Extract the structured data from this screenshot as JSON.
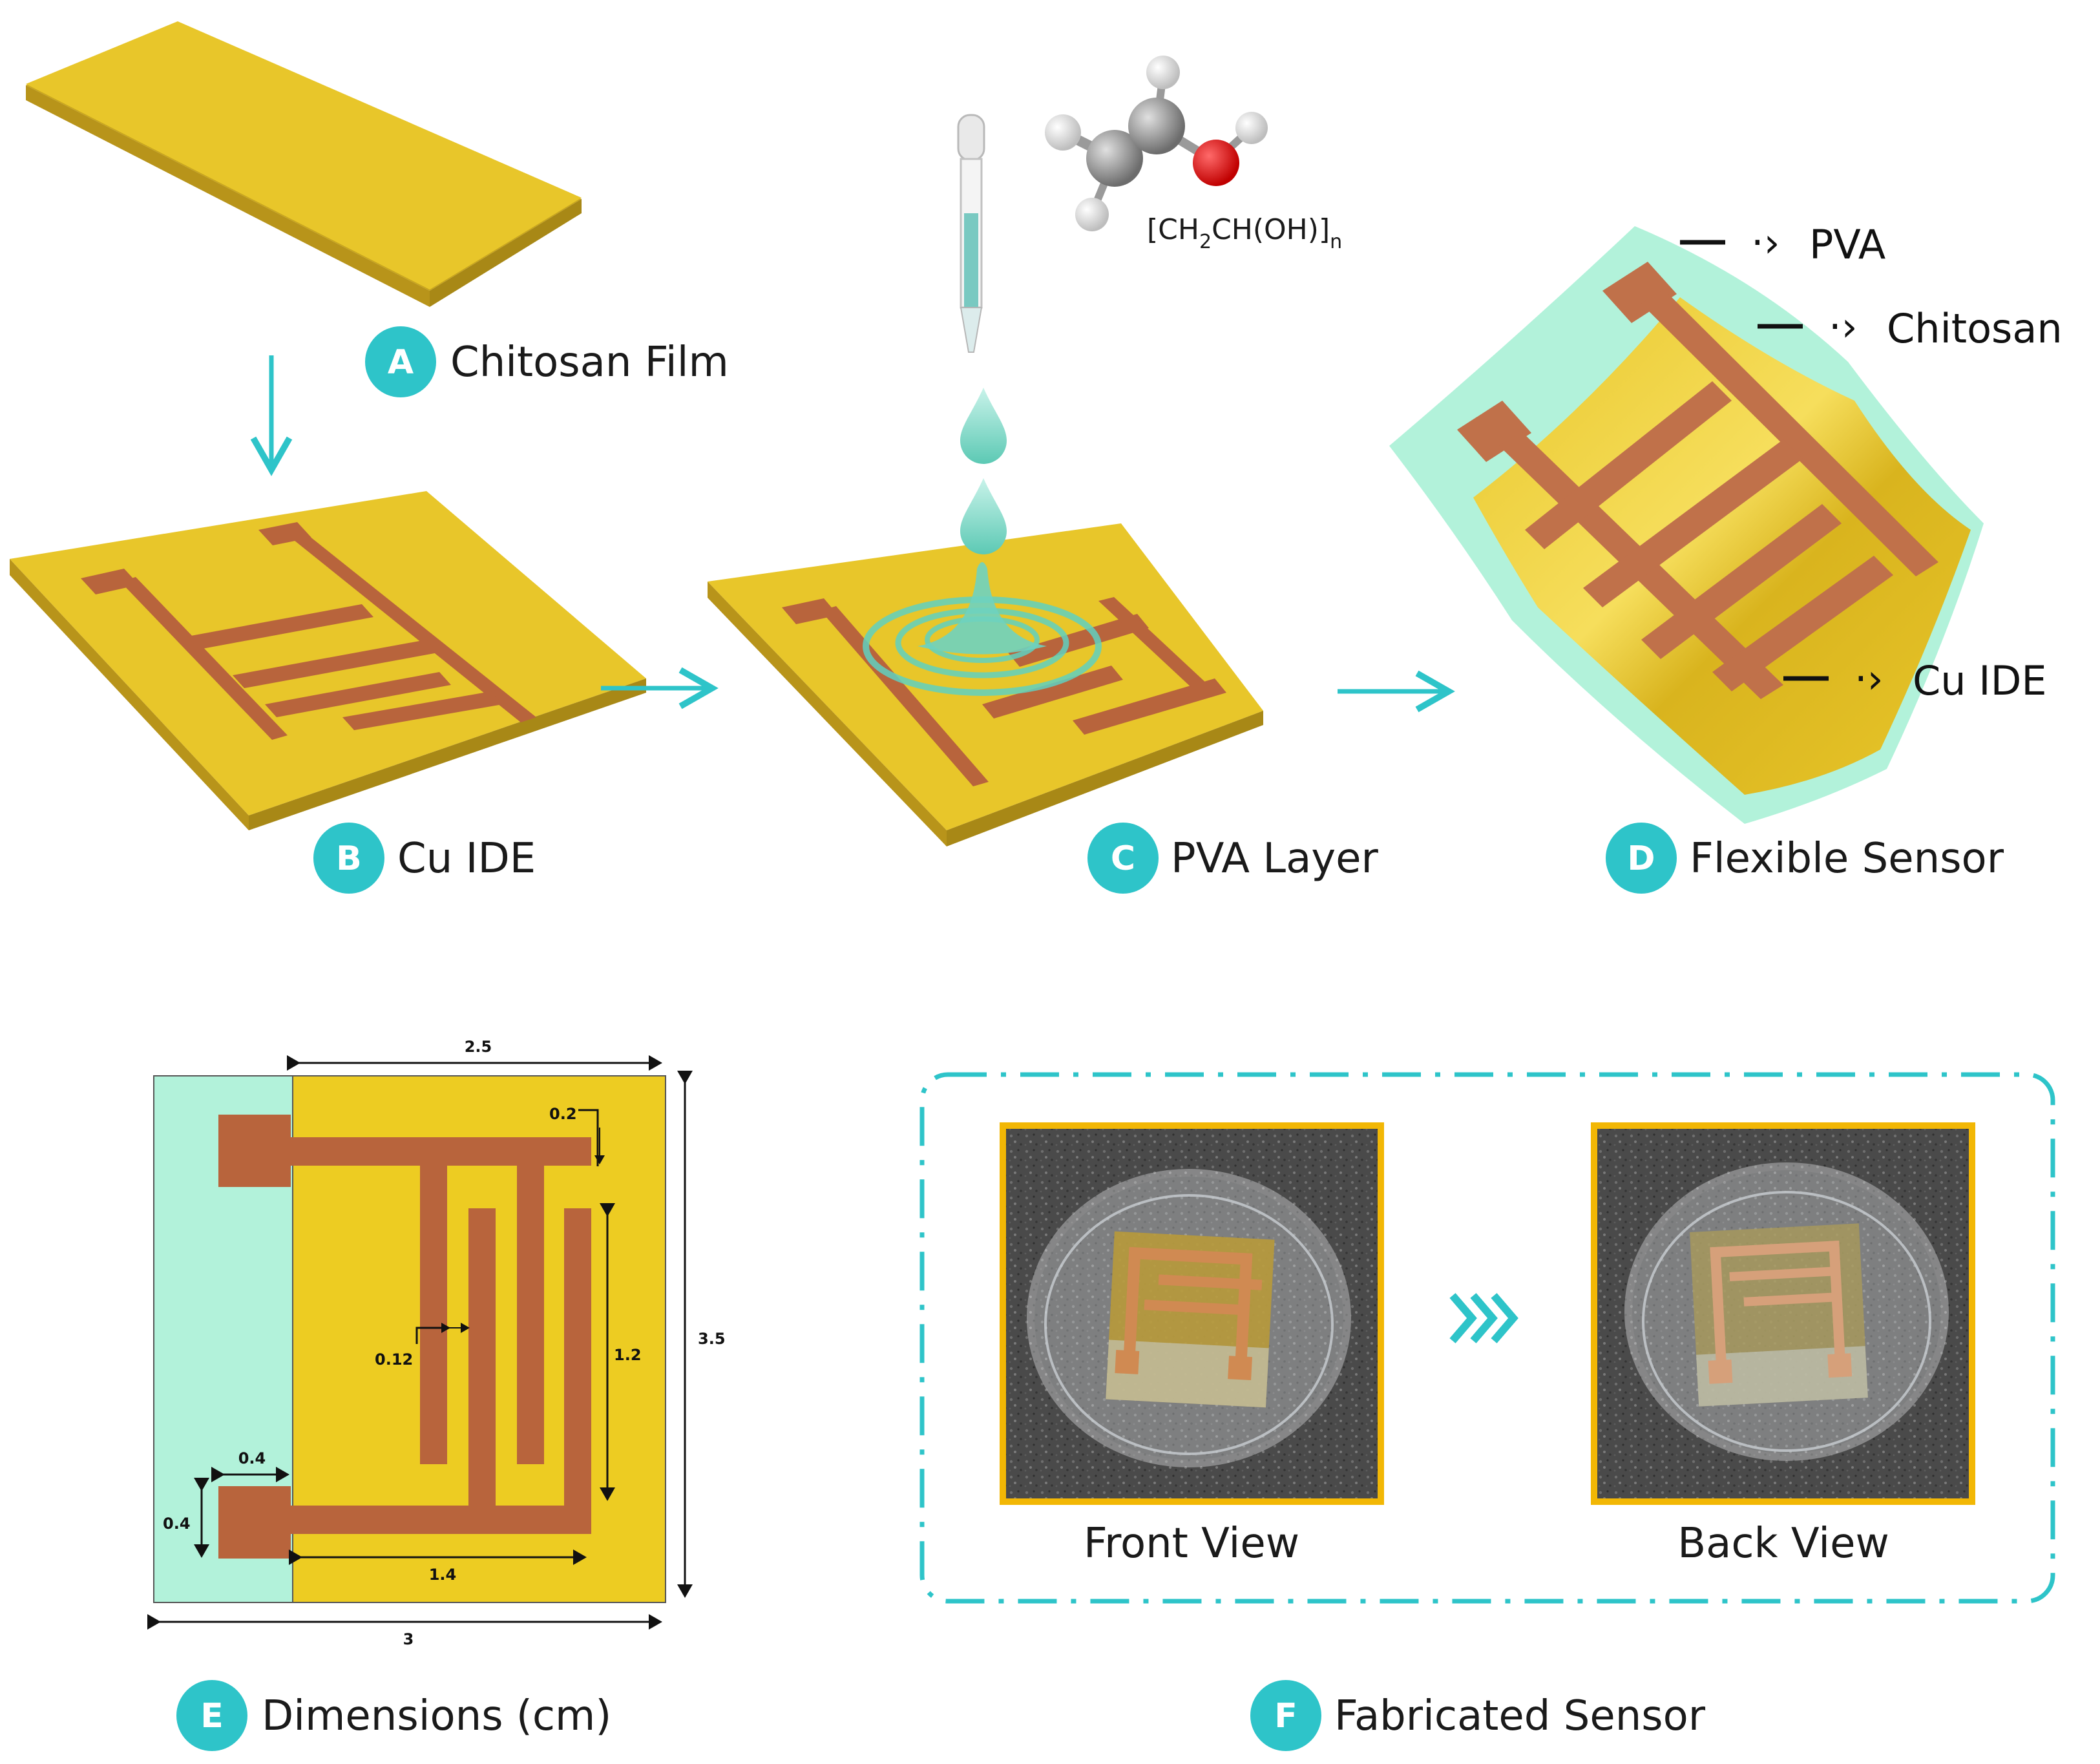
{
  "colors": {
    "film": "#E8C62A",
    "film_side": "#C9A61C",
    "electrode": "#B8643C",
    "pva": "#B2F2DA",
    "accent": "#2EC4C9",
    "photo_border": "#F2B705"
  },
  "steps": [
    {
      "letter": "A",
      "label": "Chitosan Film"
    },
    {
      "letter": "B",
      "label": "Cu IDE"
    },
    {
      "letter": "C",
      "label": "PVA Layer"
    },
    {
      "letter": "D",
      "label": "Flexible Sensor"
    },
    {
      "letter": "E",
      "label": "Dimensions (cm)"
    },
    {
      "letter": "F",
      "label": "Fabricated Sensor"
    }
  ],
  "chemistry": {
    "formula_main": "[CH",
    "sub1": "2",
    "formula_mid": "CH(OH)]",
    "sub2": "n"
  },
  "layers": {
    "pva": "PVA",
    "chitosan": "Chitosan",
    "cu_ide": "Cu IDE"
  },
  "dimensions": {
    "width_total": "3",
    "width_film": "2.5",
    "height_total": "3.5",
    "finger_length": "1.2",
    "bus_length": "1.4",
    "gap": "0.12",
    "track_width": "0.2",
    "pad_width": "0.4",
    "pad_height": "0.4"
  },
  "photos": {
    "front": "Front View",
    "back": "Back View"
  }
}
